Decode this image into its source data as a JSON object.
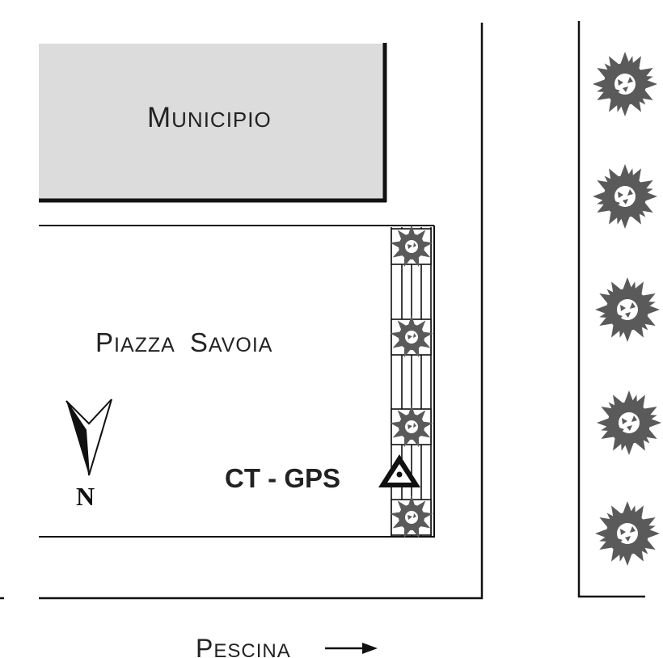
{
  "labels": {
    "municipio": {
      "first": "M",
      "rest": "UNICIPIO"
    },
    "piazza": {
      "first": "P",
      "rest": "IAZZA"
    },
    "savoia": {
      "first": "S",
      "rest": "AVOIA"
    },
    "pescina": {
      "first": "P",
      "rest": "ESCINA"
    },
    "station": "CT - GPS",
    "north": "N"
  },
  "icons": {
    "tree": "tree-icon",
    "north_arrow": "north-arrow-icon",
    "station_marker": "triangle-marker-icon",
    "direction_arrow": "arrow-right-icon"
  },
  "colors": {
    "building_fill": "#dcdcdc",
    "line": "#111111",
    "tree_fill": "#5a5a5a"
  }
}
